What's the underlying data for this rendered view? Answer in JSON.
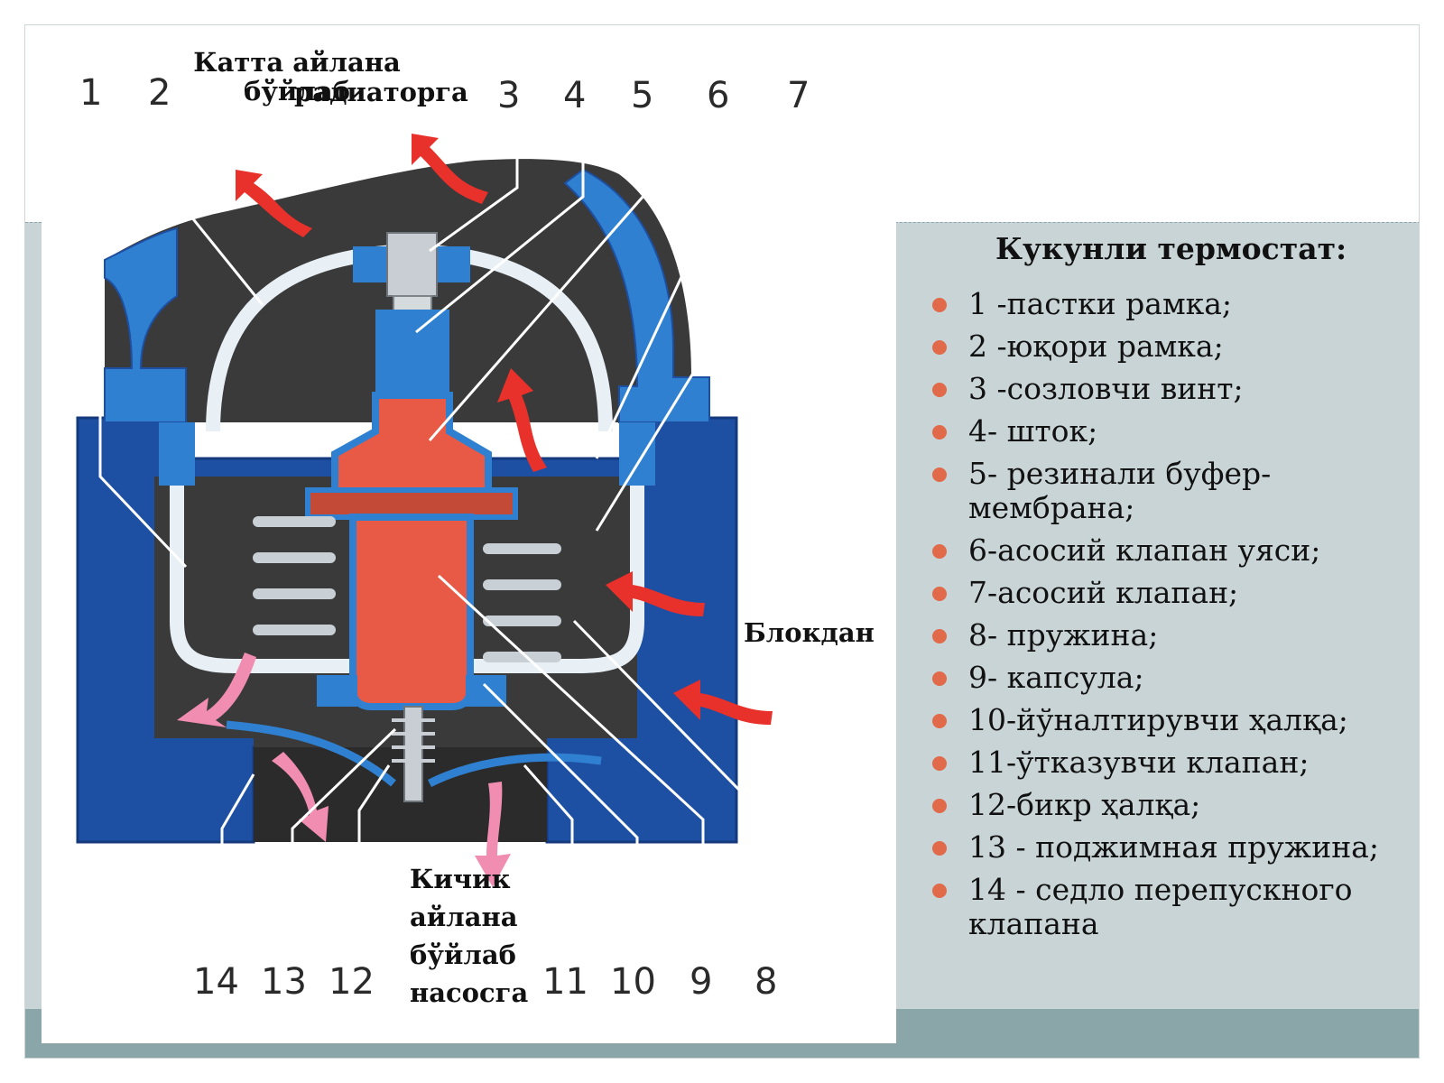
{
  "diagram": {
    "callouts_top": [
      "1",
      "2",
      "3",
      "4",
      "5",
      "6",
      "7"
    ],
    "callouts_bottom": [
      "14",
      "13",
      "12",
      "11",
      "10",
      "9",
      "8"
    ],
    "caption_top_left": "Катта  айлана бўйлаб",
    "caption_top_right": "радиаторга",
    "caption_right": "Блокдан",
    "caption_bottom": [
      "Кичик",
      "айлана",
      "бўйлаб",
      "насосга"
    ],
    "colors": {
      "body": "#2f80d0",
      "body_dark": "#1d4fa3",
      "cavity": "#3a3a3a",
      "frame": "#e8f0f6",
      "capsule": "#e85a45",
      "flow_red": "#e8312a",
      "flow_pink": "#f08db0"
    }
  },
  "legend": {
    "title": "Кукунли термостат:",
    "items": [
      "1 -пастки рамка;",
      "2 -юқори рамка;",
      "3 -созловчи винт;",
      "4- шток;",
      "5- резинали буфер-мембрана;",
      "6-асосий клапан уяси;",
      "7-асосий клапан;",
      "8- пружина;",
      "9- капсула;",
      "10-йўналтирувчи ҳалқа;",
      "11-ўтказувчи клапан;",
      "12-бикр ҳалқа;",
      "13 - поджимная пружина;",
      "14 - седло перепускного клапана"
    ],
    "bullet_color": "#e06a4a"
  }
}
